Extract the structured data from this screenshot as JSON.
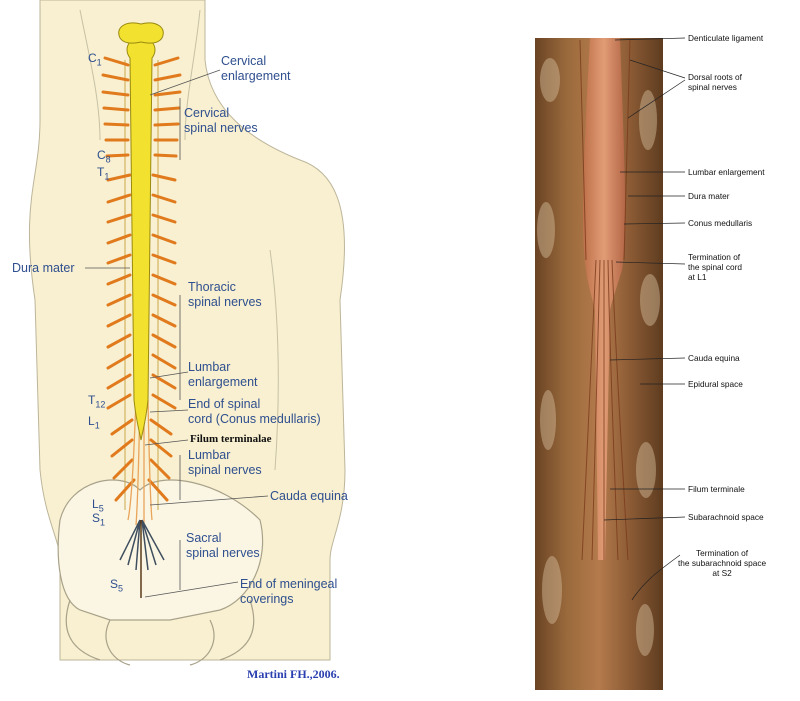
{
  "left_figure": {
    "labels": {
      "cervical_enlargement": "Cervical\nenlargement",
      "cervical_spinal_nerves": "Cervical\nspinal nerves",
      "dura_mater": "Dura mater",
      "thoracic_spinal_nerves": "Thoracic\nspinal nerves",
      "lumbar_enlargement": "Lumbar\nenlargement",
      "end_of_spinal_cord": "End of spinal\ncord (Conus medullaris)",
      "filum_terminalae": "Filum terminalae",
      "lumbar_spinal_nerves": "Lumbar\nspinal nerves",
      "cauda_equina": "Cauda equina",
      "sacral_spinal_nerves": "Sacral\nspinal nerves",
      "end_of_meningeal_coverings": "End of meningeal\ncoverings"
    },
    "vertebral_levels": {
      "c1": {
        "letter": "C",
        "num": "1"
      },
      "c8": {
        "letter": "C",
        "num": "8"
      },
      "t1": {
        "letter": "T",
        "num": "1"
      },
      "t12": {
        "letter": "T",
        "num": "12"
      },
      "l1": {
        "letter": "L",
        "num": "1"
      },
      "l5": {
        "letter": "L",
        "num": "5"
      },
      "s1": {
        "letter": "S",
        "num": "1"
      },
      "s5": {
        "letter": "S",
        "num": "5"
      }
    },
    "credit": "Martini FH.,2006."
  },
  "right_figure": {
    "labels": {
      "denticulate_ligament": "Denticulate ligament",
      "dorsal_roots": "Dorsal roots of\nspinal nerves",
      "lumbar_enlargement": "Lumbar enlargement",
      "dura_mater": "Dura mater",
      "conus_medullaris": "Conus medullaris",
      "termination_spinal_cord": "Termination of\nthe spinal cord\nat L1",
      "cauda_equina": "Cauda equina",
      "epidural_space": "Epidural space",
      "filum_terminale": "Filum terminale",
      "subarachnoid_space": "Subarachnoid space",
      "termination_subarachnoid": "Termination of\nthe subarachnoid space\nat S2"
    }
  },
  "colors": {
    "skin": "#f8f0d0",
    "cord_yellow": "#f2e12e",
    "nerve_orange": "#e07a1c",
    "label_blue": "#2f4f8f",
    "tissue_brown": "#8a5a34"
  }
}
